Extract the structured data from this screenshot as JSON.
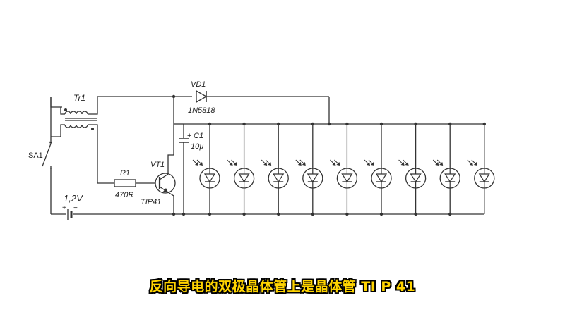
{
  "diagram": {
    "labels": {
      "tr1": "Tr1",
      "sa1": "SA1",
      "battery": "1,2V",
      "r1": "R1",
      "r1_value": "470R",
      "vt1": "VT1",
      "vt1_part": "TIP41",
      "vd1": "VD1",
      "vd1_part": "1N5818",
      "c1": "C1",
      "c1_value": "10µ"
    },
    "led_count": 9
  },
  "caption": "反向导电的双极晶体管上是晶体管 TI P 41"
}
